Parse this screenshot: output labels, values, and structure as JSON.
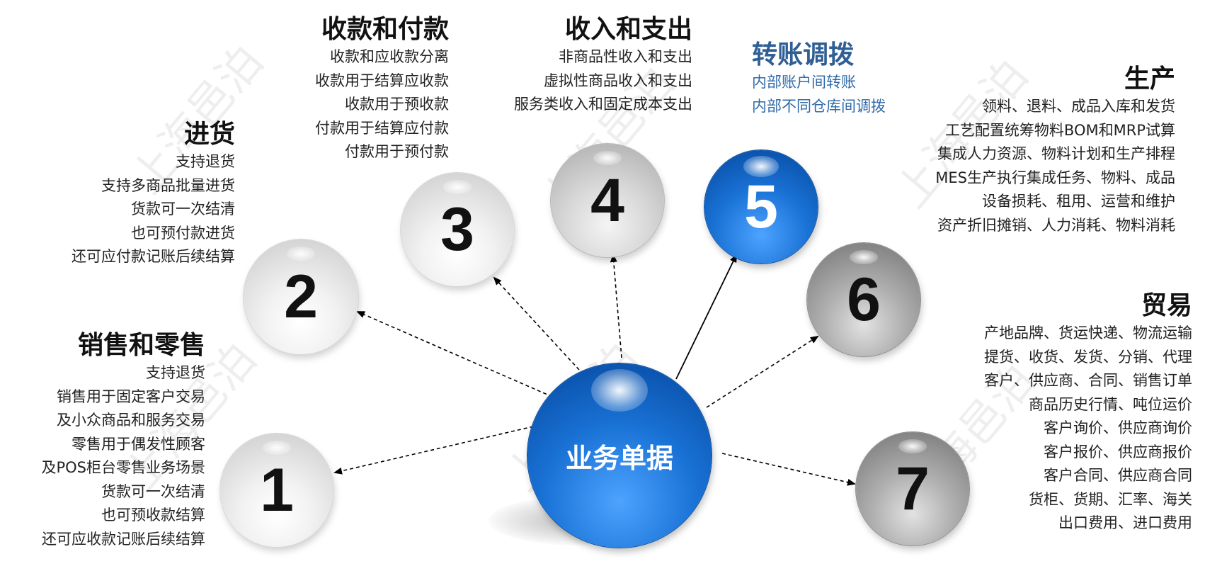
{
  "center": {
    "label": "业务单据"
  },
  "nodes": [
    {
      "number": "1"
    },
    {
      "number": "2"
    },
    {
      "number": "3"
    },
    {
      "number": "4"
    },
    {
      "number": "5"
    },
    {
      "number": "6"
    },
    {
      "number": "7"
    }
  ],
  "sections": {
    "sales": {
      "title": "销售和零售",
      "items": [
        "支持退货",
        "销售用于固定客户交易",
        "及小众商品和服务交易",
        "零售用于偶发性顾客",
        "及POS柜台零售业务场景",
        "货款可一次结清",
        "也可预收款结算",
        "还可应收款记账后续结算"
      ]
    },
    "purchase": {
      "title": "进货",
      "items": [
        "支持退货",
        "支持多商品批量进货",
        "货款可一次结清",
        "也可预付款进货",
        "还可应付款记账后续结算"
      ]
    },
    "payments": {
      "title": "收款和付款",
      "items": [
        "收款和应收款分离",
        "收款用于结算应收款",
        "收款用于预收款",
        "付款用于结算应付款",
        "付款用于预付款"
      ]
    },
    "income": {
      "title": "收入和支出",
      "items": [
        "非商品性收入和支出",
        "虚拟性商品收入和支出",
        "服务类收入和固定成本支出"
      ]
    },
    "transfer": {
      "title": "转账调拨",
      "items": [
        "内部账户间转账",
        "内部不同仓库间调拨"
      ]
    },
    "production": {
      "title": "生产",
      "items": [
        "领料、退料、成品入库和发货",
        "工艺配置统筹物料BOM和MRP试算",
        "集成人力资源、物料计划和生产排程",
        "MES生产执行集成任务、物料、成品",
        "设备损耗、租用、运营和维护",
        "资产折旧摊销、人力消耗、物料消耗"
      ]
    },
    "trade": {
      "title": "贸易",
      "items": [
        "产地品牌、货运快递、物流运输",
        "提货、收货、发货、分销、代理",
        "客户、供应商、合同、销售订单",
        "商品历史行情、吨位运价",
        "客户询价、供应商询价",
        "客户报价、供应商报价",
        "客户合同、供应商合同",
        "货柜、货期、汇率、海关",
        "出口费用、进口费用"
      ]
    }
  },
  "watermark": "上海邑泊",
  "colors": {
    "accent_blue": "#1a73d6",
    "transfer_title": "#2f5f94",
    "text": "#222222"
  }
}
